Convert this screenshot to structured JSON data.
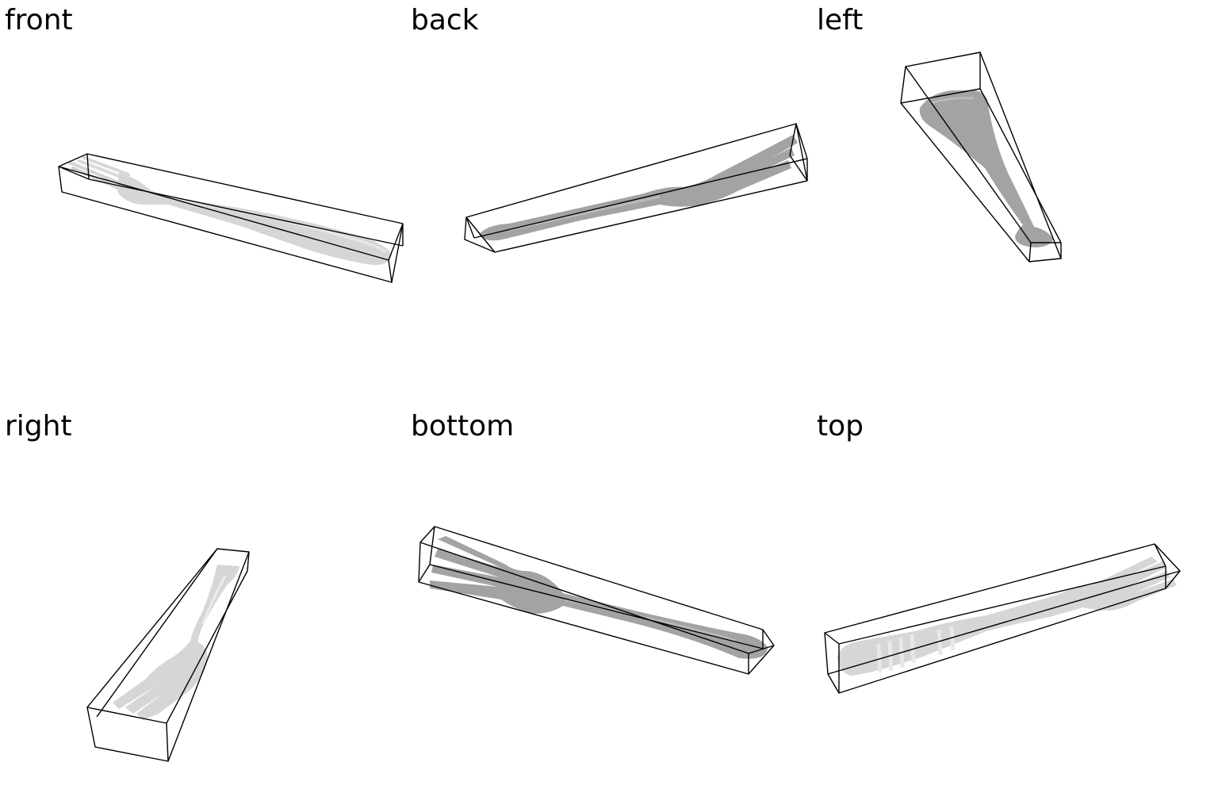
{
  "views": [
    {
      "id": "front",
      "label": "front",
      "shade": "light"
    },
    {
      "id": "back",
      "label": "back",
      "shade": "dark"
    },
    {
      "id": "left",
      "label": "left",
      "shade": "dark"
    },
    {
      "id": "right",
      "label": "right",
      "shade": "light"
    },
    {
      "id": "bottom",
      "label": "bottom",
      "shade": "dark"
    },
    {
      "id": "top",
      "label": "top",
      "shade": "light"
    }
  ],
  "colors": {
    "background": "#ffffff",
    "box_edge": "#000000",
    "fork_light": "#d6d6d6",
    "fork_light_highlight": "#ececec",
    "fork_dark": "#a3a3a5",
    "fork_dark_highlight": "#b9b9bb",
    "label_text": "#000000"
  },
  "object": "fork-in-bounding-box"
}
